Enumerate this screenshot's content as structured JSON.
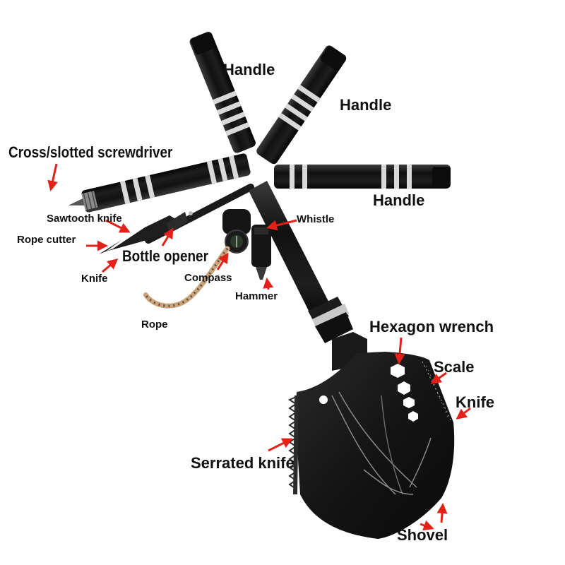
{
  "image": {
    "background": "#ffffff",
    "tool_color": "#1a1a1a",
    "ring_color": "#d9d9d9",
    "arrow_color": "#e32119",
    "rope_colors": [
      "#c9a37a",
      "#5a4a3a",
      "#e8dcc8"
    ]
  },
  "labels": {
    "handle_1": "Handle",
    "handle_2": "Handle",
    "handle_3": "Handle",
    "screwdriver": "Cross/slotted screwdriver",
    "sawtooth_knife": "Sawtooth knife",
    "rope_cutter": "Rope cutter",
    "bottle_opener": "Bottle opener",
    "knife_small": "Knife",
    "whistle": "Whistle",
    "compass": "Compass",
    "hammer": "Hammer",
    "rope": "Rope",
    "hexagon_wrench": "Hexagon wrench",
    "scale": "Scale",
    "knife_edge": "Knife",
    "serrated_knife": "Serrated knife",
    "shovel": "Shovel"
  }
}
